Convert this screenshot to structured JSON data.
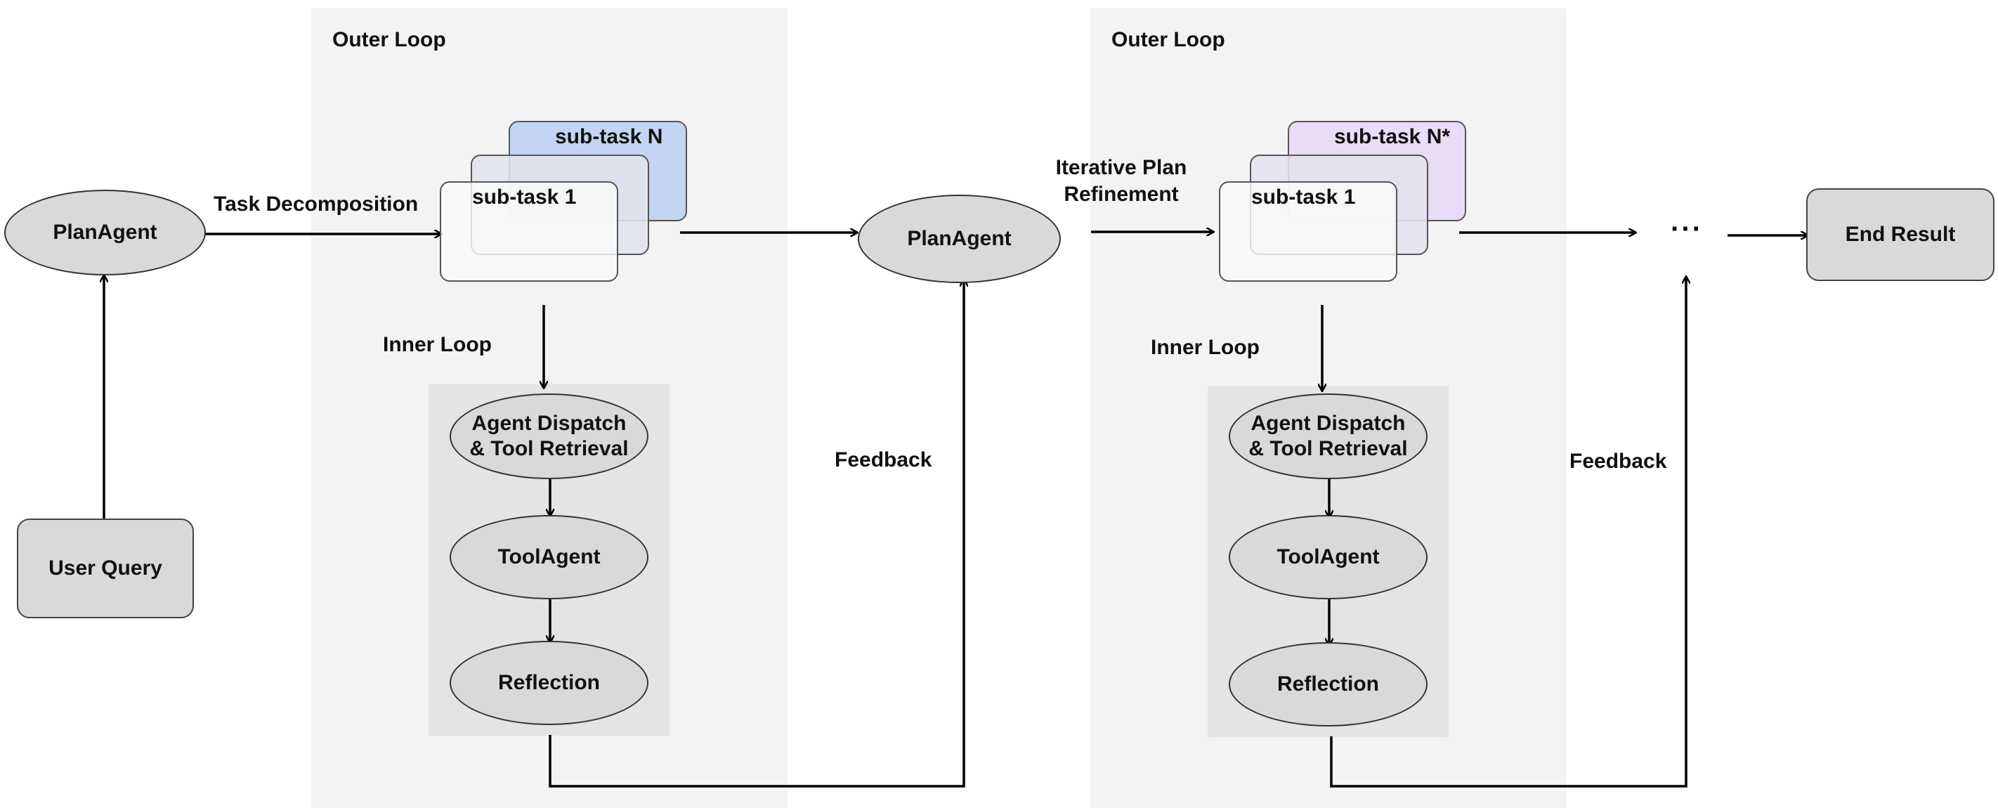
{
  "colors": {
    "panel_bg": "#f3f3f3",
    "inner_bg": "#e4e4e4",
    "node_fill": "#d9d9d9",
    "subtask_n_fill": "#c3d5f2",
    "subtask_n_star_fill": "#e8dcf7",
    "stroke": "#000000"
  },
  "left": {
    "plan_agent": "PlanAgent",
    "user_query": "User Query",
    "edge_label": "Task Decomposition"
  },
  "loop1": {
    "outer_label": "Outer Loop",
    "inner_label": "Inner Loop",
    "subtask_back": "sub-task N",
    "subtask_front": "sub-task 1",
    "steps": [
      "Agent Dispatch\n& Tool Retrieval",
      "ToolAgent",
      "Reflection"
    ]
  },
  "middle": {
    "plan_agent": "PlanAgent",
    "feedback": "Feedback",
    "edge_label": "Iterative Plan\nRefinement"
  },
  "loop2": {
    "outer_label": "Outer Loop",
    "inner_label": "Inner Loop",
    "subtask_back": "sub-task N*",
    "subtask_front": "sub-task 1",
    "steps": [
      "Agent Dispatch\n& Tool Retrieval",
      "ToolAgent",
      "Reflection"
    ]
  },
  "right": {
    "feedback": "Feedback",
    "ellipsis": "···",
    "end_result": "End Result"
  }
}
